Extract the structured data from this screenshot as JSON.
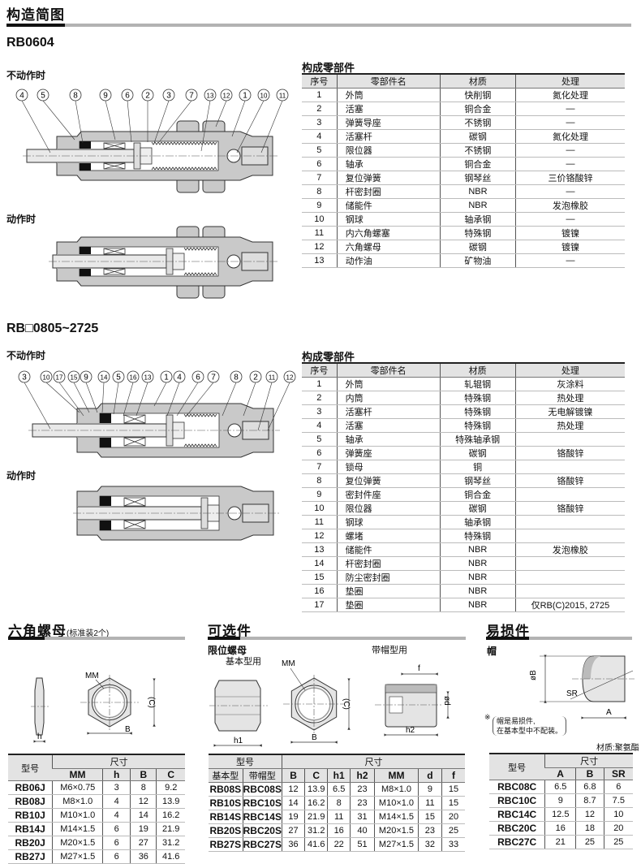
{
  "page_title": "构造简图",
  "section1": {
    "model": "RB0604",
    "state_idle": "不动作时",
    "state_active": "动作时",
    "balloons": [
      "4",
      "5",
      "8",
      "9",
      "6",
      "2",
      "3",
      "7",
      "13",
      "12",
      "1",
      "10",
      "11"
    ],
    "parts_title": "构成零部件",
    "headers": [
      "序号",
      "零部件名",
      "材质",
      "处理"
    ],
    "rows": [
      [
        "1",
        "外筒",
        "快削钢",
        "氮化处理"
      ],
      [
        "2",
        "活塞",
        "铜合金",
        "—"
      ],
      [
        "3",
        "弹簧导座",
        "不锈钢",
        "—"
      ],
      [
        "4",
        "活塞杆",
        "碳钢",
        "氮化处理"
      ],
      [
        "5",
        "限位器",
        "不锈钢",
        "—"
      ],
      [
        "6",
        "轴承",
        "铜合金",
        "—"
      ],
      [
        "7",
        "复位弹簧",
        "钢琴丝",
        "三价铬酸锌"
      ],
      [
        "8",
        "杆密封圈",
        "NBR",
        "—"
      ],
      [
        "9",
        "储能件",
        "NBR",
        "发泡橡胶"
      ],
      [
        "10",
        "钢球",
        "轴承钢",
        "—"
      ],
      [
        "11",
        "内六角螺塞",
        "特殊钢",
        "镀镍"
      ],
      [
        "12",
        "六角螺母",
        "碳钢",
        "镀镍"
      ],
      [
        "13",
        "动作油",
        "矿物油",
        "—"
      ]
    ]
  },
  "section2": {
    "model": "RB□0805~2725",
    "state_idle": "不动作时",
    "state_active": "动作时",
    "balloons": [
      "3",
      "10",
      "17",
      "15",
      "9",
      "14",
      "5",
      "16",
      "13",
      "1",
      "4",
      "6",
      "7",
      "8",
      "2",
      "11",
      "12"
    ],
    "parts_title": "构成零部件",
    "headers": [
      "序号",
      "零部件名",
      "材质",
      "处理"
    ],
    "rows": [
      [
        "1",
        "外筒",
        "轧辊钢",
        "灰涂料"
      ],
      [
        "2",
        "内筒",
        "特殊钢",
        "热处理"
      ],
      [
        "3",
        "活塞杆",
        "特殊钢",
        "无电解镀镍"
      ],
      [
        "4",
        "活塞",
        "特殊钢",
        "热处理"
      ],
      [
        "5",
        "轴承",
        "特殊轴承钢",
        ""
      ],
      [
        "6",
        "弹簧座",
        "碳钢",
        "铬酸锌"
      ],
      [
        "7",
        "锁母",
        "铜",
        ""
      ],
      [
        "8",
        "复位弹簧",
        "钢琴丝",
        "铬酸锌"
      ],
      [
        "9",
        "密封件座",
        "铜合金",
        ""
      ],
      [
        "10",
        "限位器",
        "碳钢",
        "铬酸锌"
      ],
      [
        "11",
        "钢球",
        "轴承钢",
        ""
      ],
      [
        "12",
        "螺堵",
        "特殊钢",
        ""
      ],
      [
        "13",
        "储能件",
        "NBR",
        "发泡橡胶"
      ],
      [
        "14",
        "杆密封圈",
        "NBR",
        ""
      ],
      [
        "15",
        "防尘密封圈",
        "NBR",
        ""
      ],
      [
        "16",
        "垫圈",
        "NBR",
        ""
      ],
      [
        "17",
        "垫圈",
        "NBR",
        "仅RB(C)2015, 2725"
      ]
    ]
  },
  "hex_nut": {
    "title": "六角螺母",
    "note": "(标准装2个)",
    "labels": {
      "mm": "MM",
      "h": "h",
      "b": "B",
      "c": "(C)"
    },
    "table": {
      "model_header": "型号",
      "dim_header": "尺寸",
      "cols": [
        "MM",
        "h",
        "B",
        "C"
      ],
      "rows": [
        [
          "RB06J",
          "M6×0.75",
          "3",
          "8",
          "9.2"
        ],
        [
          "RB08J",
          "M8×1.0",
          "4",
          "12",
          "13.9"
        ],
        [
          "RB10J",
          "M10×1.0",
          "4",
          "14",
          "16.2"
        ],
        [
          "RB14J",
          "M14×1.5",
          "6",
          "19",
          "21.9"
        ],
        [
          "RB20J",
          "M20×1.5",
          "6",
          "27",
          "31.2"
        ],
        [
          "RB27J",
          "M27×1.5",
          "6",
          "36",
          "41.6"
        ]
      ]
    }
  },
  "options": {
    "title": "可选件",
    "subtitle": "限位螺母",
    "basic_use": "基本型用",
    "cap_use": "带帽型用",
    "labels": {
      "mm": "MM",
      "h1": "h1",
      "b": "B",
      "c": "(C)",
      "f": "f",
      "d": "ød",
      "h2": "h2"
    },
    "table": {
      "model_header": "型号",
      "dim_header": "尺寸",
      "sub_headers": [
        "基本型",
        "带帽型"
      ],
      "cols": [
        "B",
        "C",
        "h1",
        "h2",
        "MM",
        "d",
        "f"
      ],
      "rows": [
        [
          "RB08S",
          "RBC08S",
          "12",
          "13.9",
          "6.5",
          "23",
          "M8×1.0",
          "9",
          "15"
        ],
        [
          "RB10S",
          "RBC10S",
          "14",
          "16.2",
          "8",
          "23",
          "M10×1.0",
          "11",
          "15"
        ],
        [
          "RB14S",
          "RBC14S",
          "19",
          "21.9",
          "11",
          "31",
          "M14×1.5",
          "15",
          "20"
        ],
        [
          "RB20S",
          "RBC20S",
          "27",
          "31.2",
          "16",
          "40",
          "M20×1.5",
          "23",
          "25"
        ],
        [
          "RB27S",
          "RBC27S",
          "36",
          "41.6",
          "22",
          "51",
          "M27×1.5",
          "32",
          "33"
        ]
      ]
    }
  },
  "wear": {
    "title": "易损件",
    "subtitle": "帽",
    "labels": {
      "b": "øB",
      "sr": "SR",
      "a": "A"
    },
    "note_mark": "※",
    "note_lines": [
      "帽是易损件,",
      "在基本型中不配装。"
    ],
    "material": "材质:聚氨酯",
    "table": {
      "model_header": "型号",
      "dim_header": "尺寸",
      "cols": [
        "A",
        "B",
        "SR"
      ],
      "rows": [
        [
          "RBC08C",
          "6.5",
          "6.8",
          "6"
        ],
        [
          "RBC10C",
          "9",
          "8.7",
          "7.5"
        ],
        [
          "RBC14C",
          "12.5",
          "12",
          "10"
        ],
        [
          "RBC20C",
          "16",
          "18",
          "20"
        ],
        [
          "RBC27C",
          "21",
          "25",
          "25"
        ]
      ]
    }
  }
}
